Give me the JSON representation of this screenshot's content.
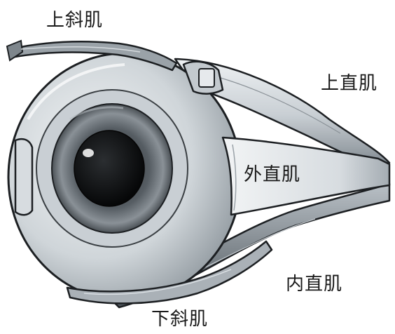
{
  "labels": {
    "superior_oblique": "上斜肌",
    "superior_rectus": "上直肌",
    "lateral_rectus": "外直肌",
    "medial_rectus": "内直肌",
    "inferior_oblique": "下斜肌"
  },
  "colors": {
    "sclera_light": "#eef1f3",
    "sclera_dark": "#8c959c",
    "muscle_light": "#dde2e6",
    "muscle_dark": "#6f7880",
    "iris": "#6b7278",
    "pupil": "#0e0f10",
    "outline": "#1c1f22"
  }
}
